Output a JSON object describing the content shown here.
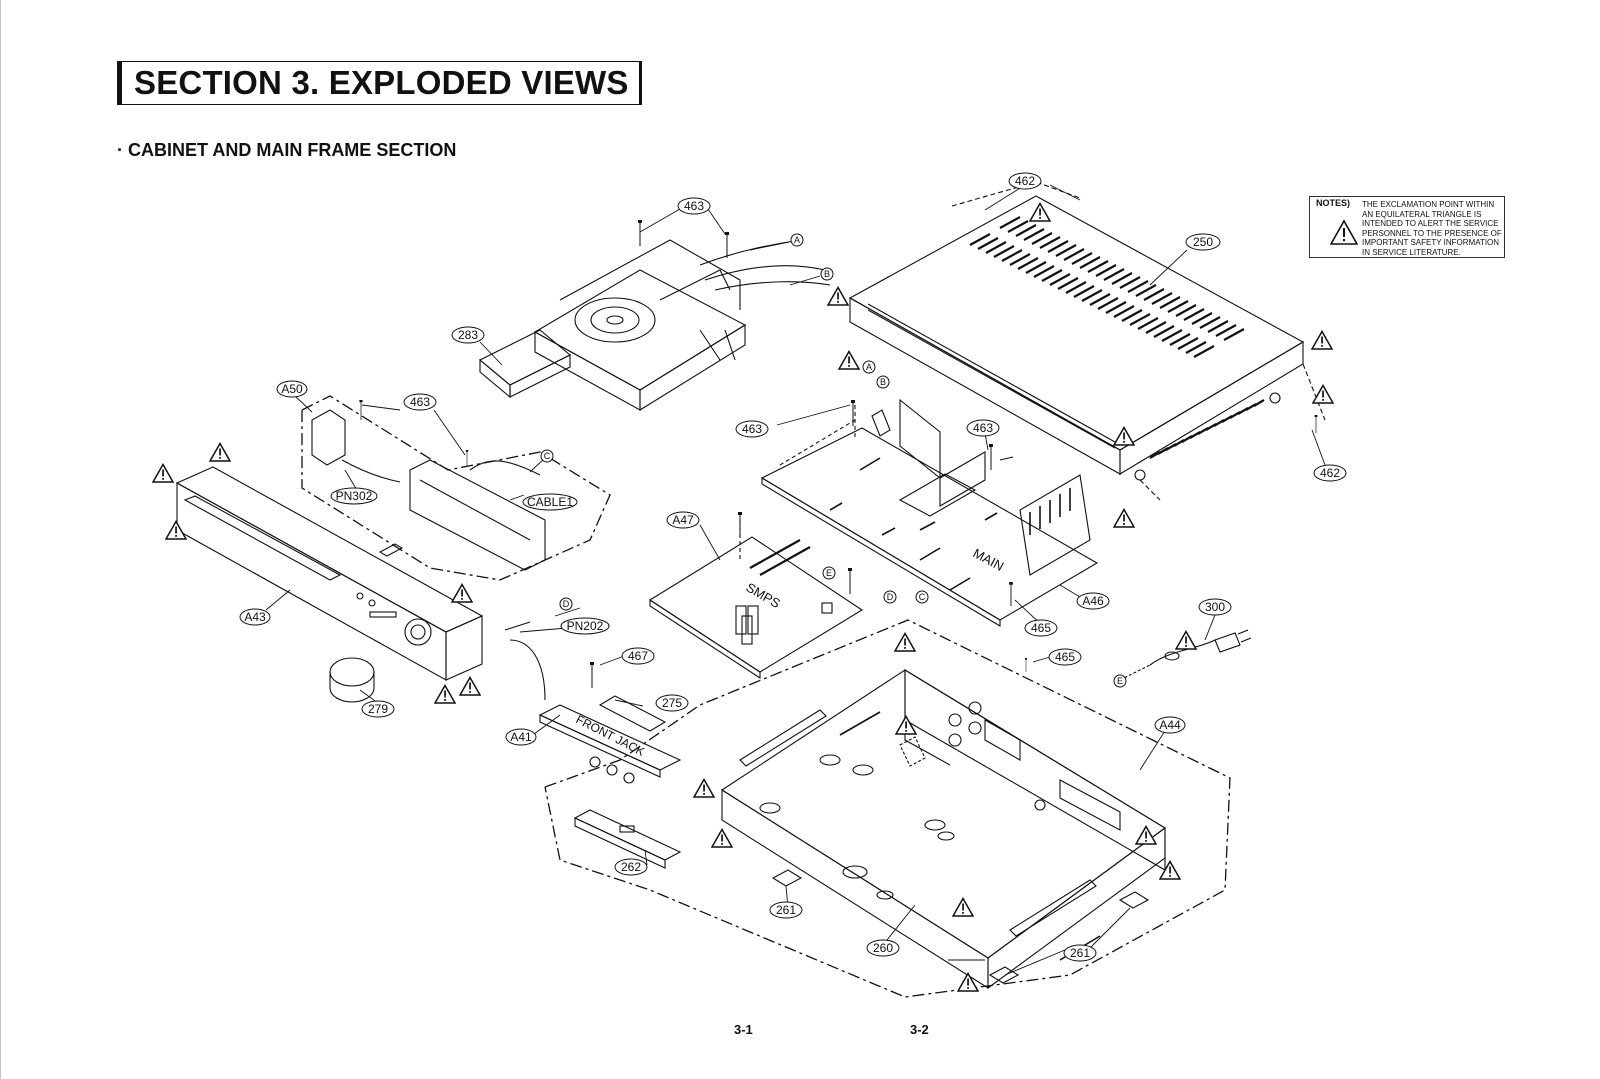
{
  "header": {
    "title": "SECTION 3. EXPLODED VIEWS",
    "subtitle": "· CABINET AND MAIN FRAME SECTION"
  },
  "notes": {
    "heading": "NOTES)",
    "text": "THE EXCLAMATION POINT WITHIN AN EQUILATERAL TRIANGLE IS INTENDED TO ALERT THE SERVICE PERSONNEL TO THE PRESENCE OF IMPORTANT SAFETY INFORMATION IN SERVICE LITERATURE."
  },
  "board_labels": {
    "main": "MAIN",
    "smps": "SMPS",
    "front_jack": "FRONT JACK"
  },
  "part_labels": [
    "462",
    "463",
    "250",
    "283",
    "A50",
    "463",
    "PN302",
    "CABLE1",
    "463",
    "463",
    "A47",
    "A43",
    "PN202",
    "467",
    "275",
    "279",
    "A41",
    "A46",
    "465",
    "465",
    "300",
    "A44",
    "262",
    "261",
    "260",
    "261",
    "462"
  ],
  "connector_letters": [
    "A",
    "B",
    "C",
    "A",
    "B",
    "D",
    "C",
    "D",
    "E",
    "E"
  ],
  "footer": {
    "page_left": "3-1",
    "page_right": "3-2"
  },
  "colors": {
    "line": "#111111",
    "background": "#ffffff"
  }
}
